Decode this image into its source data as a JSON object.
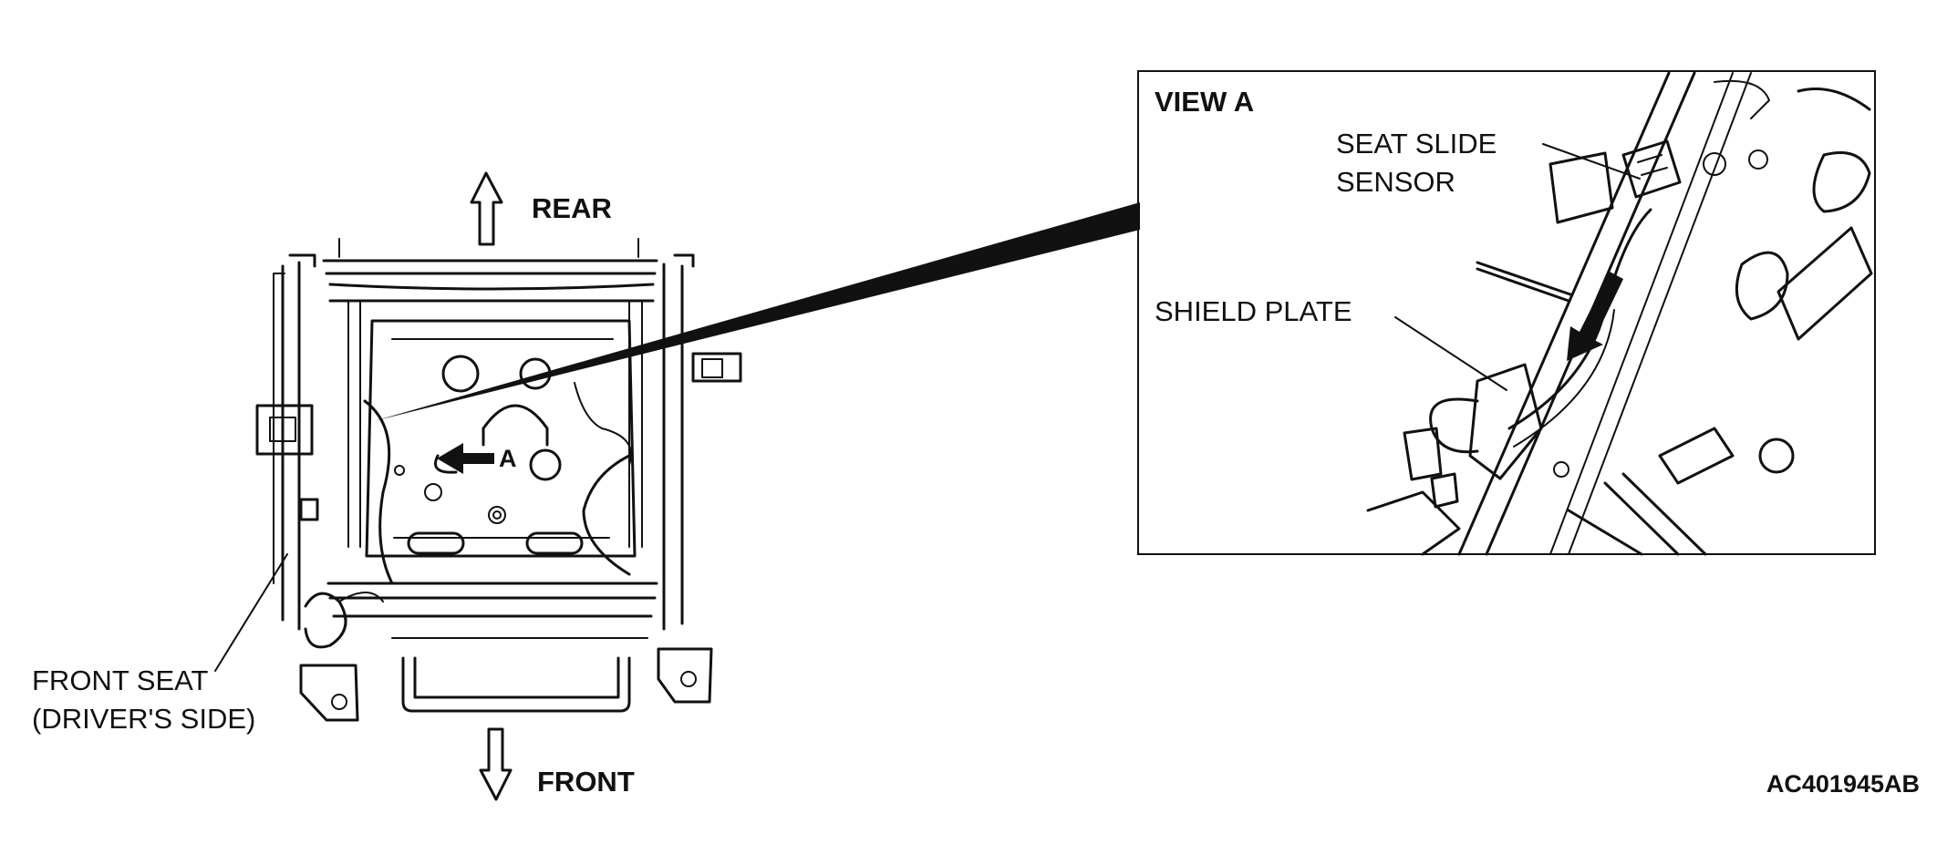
{
  "labels": {
    "rear": "REAR",
    "front": "FRONT",
    "view_marker": "A",
    "front_seat_line1": "FRONT SEAT",
    "front_seat_line2": "(DRIVER'S SIDE)",
    "view_title": "VIEW A",
    "seat_slide_line1": "SEAT SLIDE",
    "seat_slide_line2": "SENSOR",
    "shield_plate": "SHIELD PLATE",
    "figure_code": "AC401945AB"
  },
  "icons": {
    "rear_arrow": "hollow-arrow-up-icon",
    "front_arrow": "hollow-arrow-down-icon",
    "view_arrow": "solid-arrow-left-icon",
    "detail_arrow": "solid-arrow-down-icon"
  },
  "colors": {
    "ink": "#111111",
    "background": "#ffffff"
  }
}
